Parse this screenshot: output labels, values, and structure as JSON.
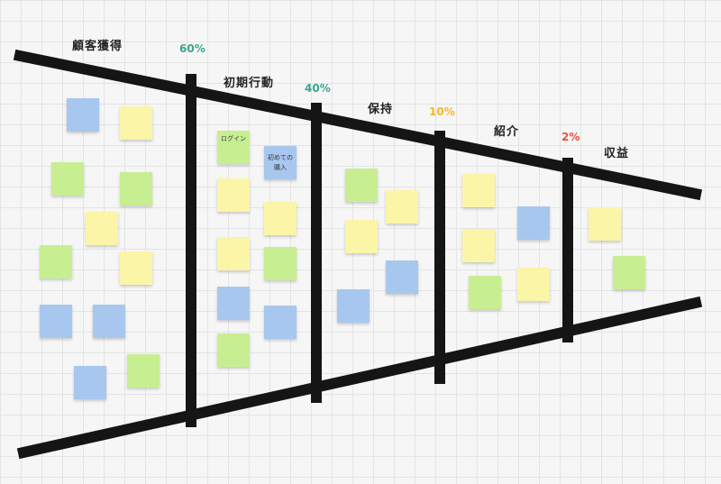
{
  "stages": {
    "acquisition": "顧客獲得",
    "activation": "初期行動",
    "retention": "保持",
    "referral": "紹介",
    "revenue": "収益"
  },
  "rates": {
    "r1": "60%",
    "r2": "40%",
    "r3": "10%",
    "r4": "2%"
  },
  "notes": {
    "login": "ログイン",
    "first_purchase": "初めての購入"
  },
  "colors": {
    "rate_teal": "#3aa58f",
    "rate_orange": "#f5b820",
    "rate_red": "#e5533b",
    "note_yellow": "#fbf5a8",
    "note_green": "#c7ef91",
    "note_blue": "#a7c7ef",
    "funnel_line": "#151515"
  }
}
